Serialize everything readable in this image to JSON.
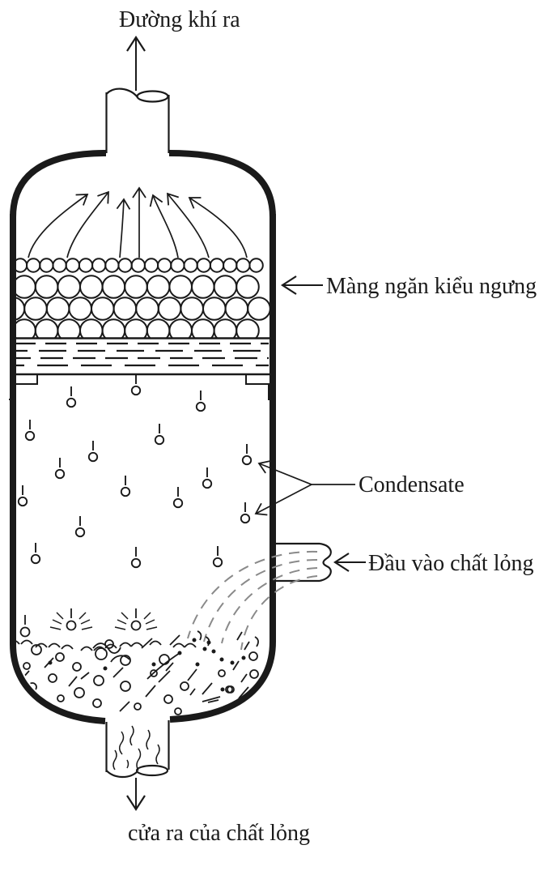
{
  "labels": {
    "gas_outlet": "Đường khí ra",
    "demister": "Màng ngăn kiểu ngưng",
    "condensate": "Condensate",
    "liquid_inlet": "Đầu vào chất lỏng",
    "liquid_outlet": "cửa ra của chất lỏng"
  },
  "colors": {
    "line": "#1a1a1a",
    "background": "#ffffff",
    "streamline": "#8a8a8a"
  }
}
